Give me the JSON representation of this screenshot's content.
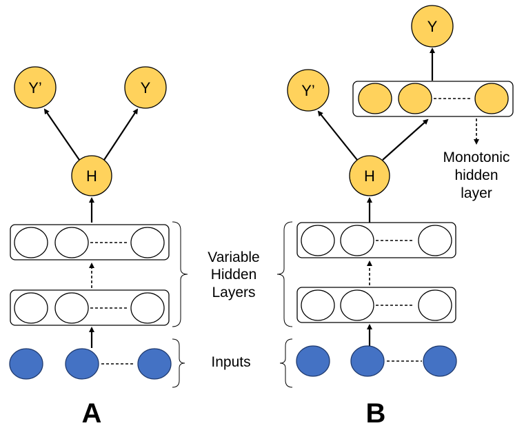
{
  "nodes": {
    "y_prime": "Y’",
    "y": "Y",
    "h": "H"
  },
  "labels": {
    "variable_hidden_layers": [
      "Variable",
      "Hidden",
      "Layers"
    ],
    "inputs": "Inputs",
    "monotonic_hidden_layer": [
      "Monotonic",
      "hidden",
      "layer"
    ]
  },
  "panels": {
    "a": "A",
    "b": "B"
  },
  "colors": {
    "output_node": "#ffd25c",
    "input_node": "#4472c4"
  }
}
